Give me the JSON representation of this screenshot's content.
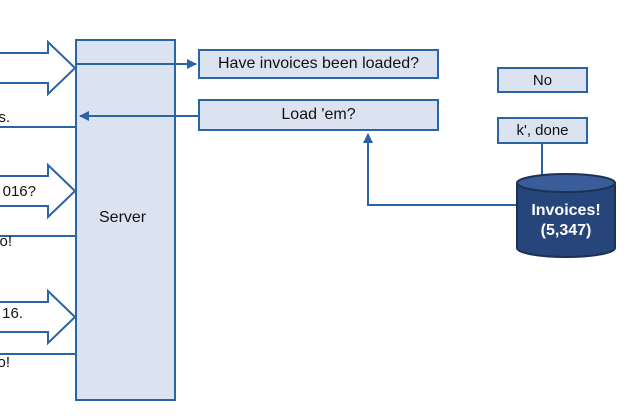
{
  "colors": {
    "box_fill": "#dbe3f1",
    "line": "#2a64a4",
    "db_fill": "#26457a",
    "db_top": "#3a5d99"
  },
  "server": {
    "label": "Server"
  },
  "left_fragments": [
    "s.",
    "016?",
    "o!",
    "16.",
    "o!"
  ],
  "boxes": {
    "have_invoices": "Have invoices been loaded?",
    "load_em": "Load 'em?",
    "no": "No",
    "done": "k', done"
  },
  "database": {
    "line1": "Invoices!",
    "line2": "(5,347)",
    "icon": "database-cylinder-icon"
  }
}
